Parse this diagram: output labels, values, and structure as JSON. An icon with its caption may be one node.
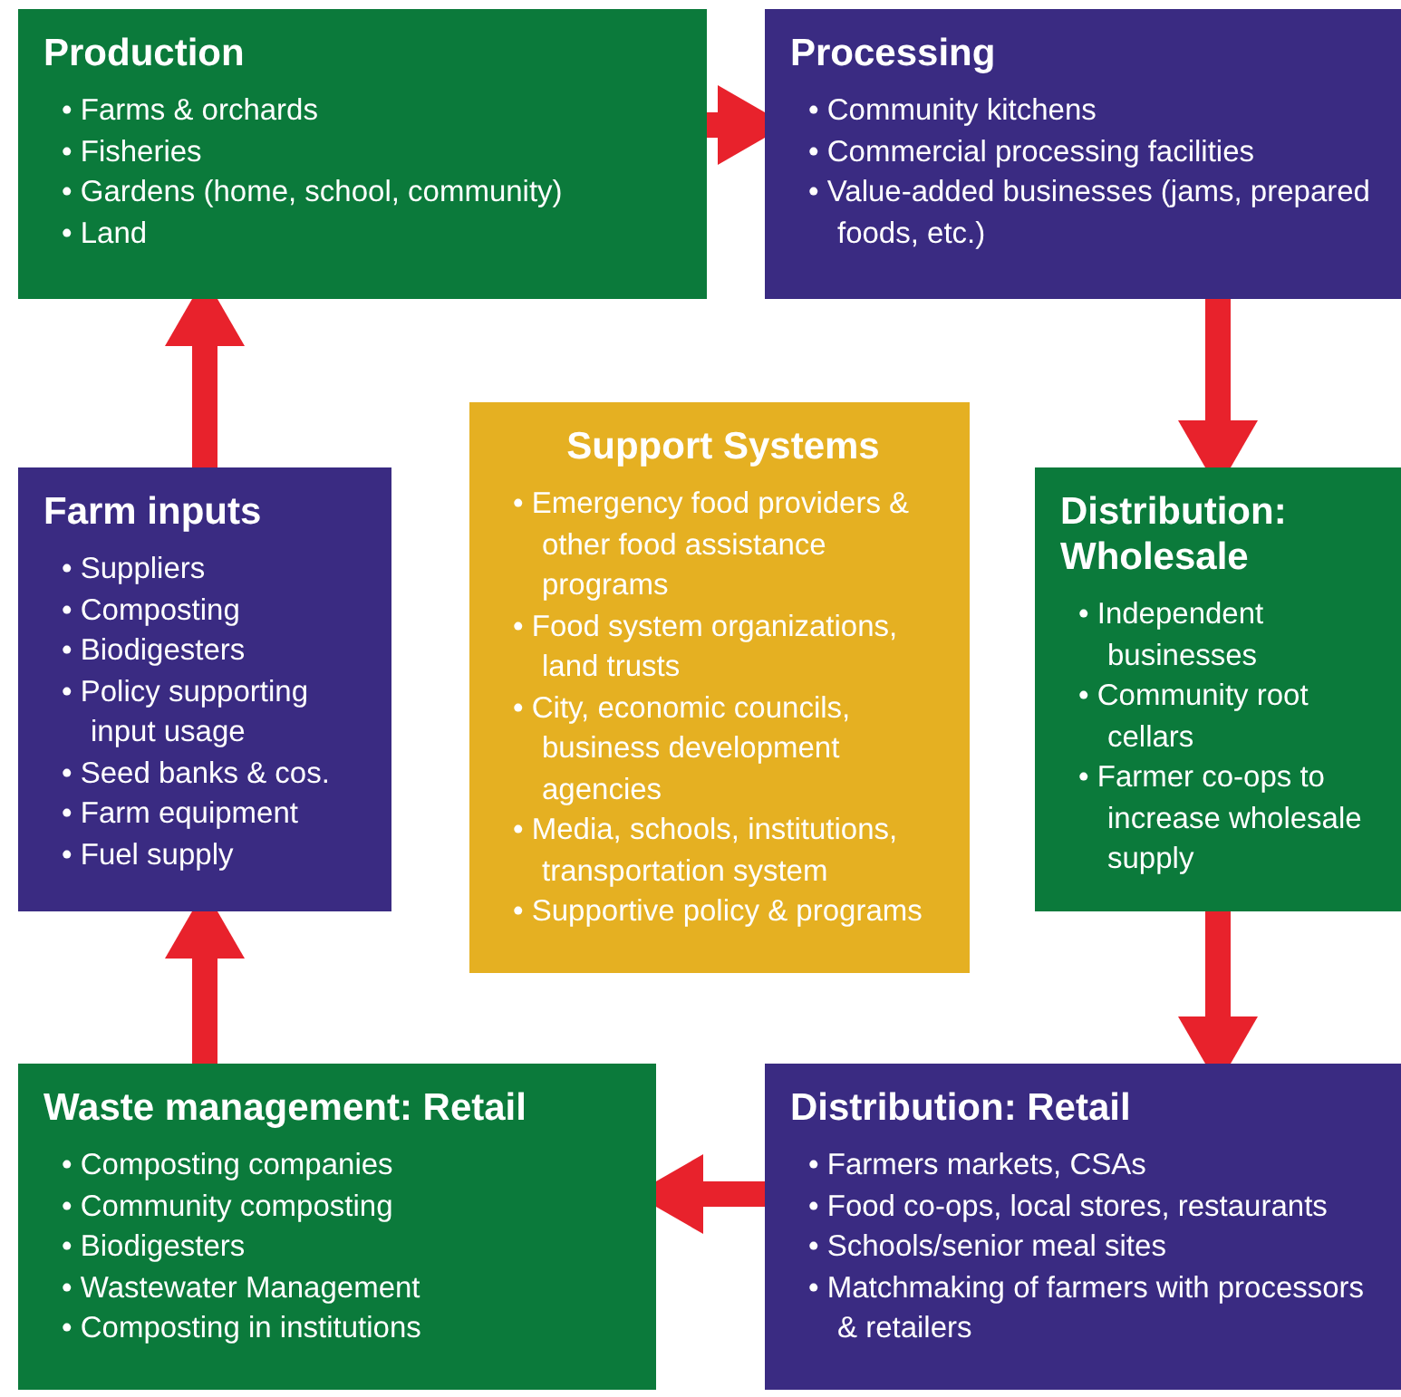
{
  "diagram": {
    "nodes": [
      {
        "text": [
          "Production",
          "• Farms & orchards",
          "• Fisheries",
          "• Gardens (home, school, community)",
          "• Land"
        ]
      },
      {
        "text": [
          "Processing",
          "• Community kitchens",
          "• Commercial processing facilities",
          "• Value-added businesses (jams, prepared foods, etc.)"
        ]
      },
      {
        "text": [
          "Distribution: Wholesale",
          "• Independent businesses",
          "• Community root cellars",
          "• Farmer co-ops to increase wholesale supply"
        ]
      },
      {
        "text": [
          "Distribution: Retail",
          "• Farmers markets, CSAs",
          "• Food co-ops, local stores, restaurants",
          "• Schools/senior meal sites",
          "• Matchmaking of farmers with processors & retailers"
        ]
      },
      {
        "text": [
          "Waste management: Retail",
          "• Composting companies",
          "• Community composting",
          "• Biodigesters",
          "• Wastewater Management",
          "• Composting in institutions"
        ]
      },
      {
        "text": [
          "Farm inputs",
          "• Suppliers",
          "• Composting",
          "• Biodigesters",
          "• Policy supporting input usage",
          "• Seed banks & cos.",
          "• Farm equipment",
          "• Fuel supply"
        ]
      },
      {
        "text": [
          "Support Systems",
          "• Emergency food providers & other food assistance programs",
          "• Food system organizations, land trusts",
          "• City, economic councils, business development agencies",
          "• Media, schools, institutions, transportation system",
          "• Supportive policy & programs"
        ]
      }
    ],
    "edges": [
      {
        "from": 0,
        "to": 1,
        "arrow": "to"
      },
      {
        "from": 1,
        "to": 2,
        "arrow": "to"
      },
      {
        "from": 2,
        "to": 3,
        "arrow": "to"
      },
      {
        "from": 3,
        "to": 4,
        "arrow": "to"
      },
      {
        "from": 4,
        "to": 5,
        "arrow": "to"
      },
      {
        "from": 5,
        "to": 0,
        "arrow": "to"
      }
    ]
  }
}
